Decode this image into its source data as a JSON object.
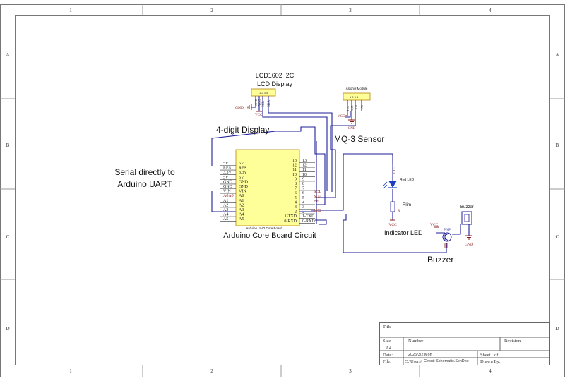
{
  "frame": {
    "col_labels": [
      "1",
      "2",
      "3",
      "4"
    ],
    "row_labels": [
      "A",
      "B",
      "C",
      "D"
    ]
  },
  "title_block": {
    "title_label": "Title",
    "size_label": "Size",
    "size_value": "A4",
    "number_label": "Number",
    "revision_label": "Revision",
    "date_label": "Date:",
    "date_value": "2026/3/2 Mon",
    "file_label": "File:",
    "file_value": "C:\\Users\\",
    "file_name": "Circuit Schematic.SchDoc",
    "sheet_label": "Sheet",
    "of_label": "of",
    "drawn_label": "Drawn By:"
  },
  "annotations": {
    "lcd_name": "LCD1602 I2C",
    "lcd_title": "LCD Display",
    "display_label": "4-digit Display",
    "mq3_title": "MQ-3 Sensor",
    "alcohol_module": "Alcohol Module",
    "serial_line1": "Serial directly to",
    "serial_line2": "Arduino UART",
    "core_title": "Arduino Core Board Circuit",
    "core_board_label": "Arduino UNO Core Board",
    "led_part": "Red LED",
    "led_designator": "LD2",
    "rlim": "Rlim",
    "r_designator": "R",
    "indicator_led": "Indicator LED",
    "buzzer_part": "Buzzer",
    "buzzer_title": "Buzzer",
    "pnp_label": "PNP"
  },
  "power": {
    "vcc": "VCC",
    "gnd": "GND"
  },
  "lcd_pins": [
    "GND",
    "VCC",
    "SCL",
    "SDA"
  ],
  "mq3_pins": [
    "VCC",
    "GND",
    "D0",
    "A0"
  ],
  "arduino": {
    "left_pins": [
      "5V",
      "RES",
      "3.3V",
      "5V",
      "GND",
      "GND",
      "VIN",
      "A0",
      "A1",
      "A2",
      "A3",
      "A4",
      "A5"
    ],
    "left_outer": [
      "5V",
      "RES",
      "3.3V",
      "5V",
      "GND",
      "GND",
      "VIN",
      "A0A0",
      "A1",
      "A2",
      "A3",
      "A4",
      "A5"
    ],
    "right_pins": [
      "13",
      "12",
      "11",
      "10",
      "9",
      "8",
      "7",
      "6",
      "5",
      "4",
      "3",
      "2",
      "1-TXD",
      "0-RXD"
    ],
    "right_outer": [
      "13",
      "12",
      "11",
      "10",
      "9",
      "8",
      "7",
      "6",
      "5",
      "4",
      "3",
      "2",
      "1-TXD",
      "0-RXD"
    ],
    "net_labels": [
      "SCL",
      "SDA",
      "BE",
      "LD2"
    ]
  },
  "colors": {
    "wire": "#1f1f9a",
    "border": "#777777",
    "component_fill": "#ffff99",
    "component_stroke": "#b8860b",
    "power_red": "#8b1a1a",
    "led_blue": "#1d3fc4"
  }
}
